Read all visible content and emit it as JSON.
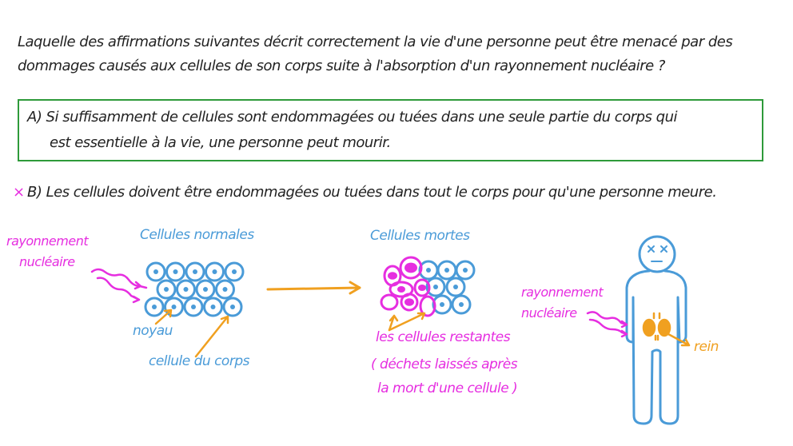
{
  "question": {
    "line1": "Laquelle des affirmations suivantes décrit correctement la vie d'une personne peut être menacé par des",
    "line2": "dommages causés aux cellules de son corps suite à l'absorption d'un rayonnement nucléaire ?"
  },
  "answers": [
    {
      "line1": "A) Si suffisamment de cellules sont endommagées ou tuées dans une seule partie du corps qui",
      "line2": "est essentielle à la vie, une personne peut mourir.",
      "status": "correct"
    },
    {
      "mark": "×",
      "line1": "B) Les cellules doivent être endommagées ou tuées dans tout le corps pour qu'une personne meure.",
      "status": "incorrect"
    }
  ],
  "diagram": {
    "radiation_left": {
      "line1": "rayonnement",
      "line2": "nucléaire"
    },
    "normal_cells_title": "Cellules normales",
    "nucleus_label": "noyau",
    "body_cell_label": "cellule du corps",
    "dead_cells_title": "Cellules mortes",
    "remaining_label": {
      "line1": "les cellules restantes",
      "line2": "( déchets laissés après",
      "line3": "la mort d'une cellule )"
    },
    "radiation_right": {
      "line1": "rayonnement",
      "line2": "nucléaire"
    },
    "kidney_label": "rein"
  },
  "colors": {
    "text": "#222222",
    "correct_box": "#2e9a3a",
    "magenta": "#e62ee0",
    "blue": "#4a9bd8",
    "orange": "#f0a020"
  }
}
